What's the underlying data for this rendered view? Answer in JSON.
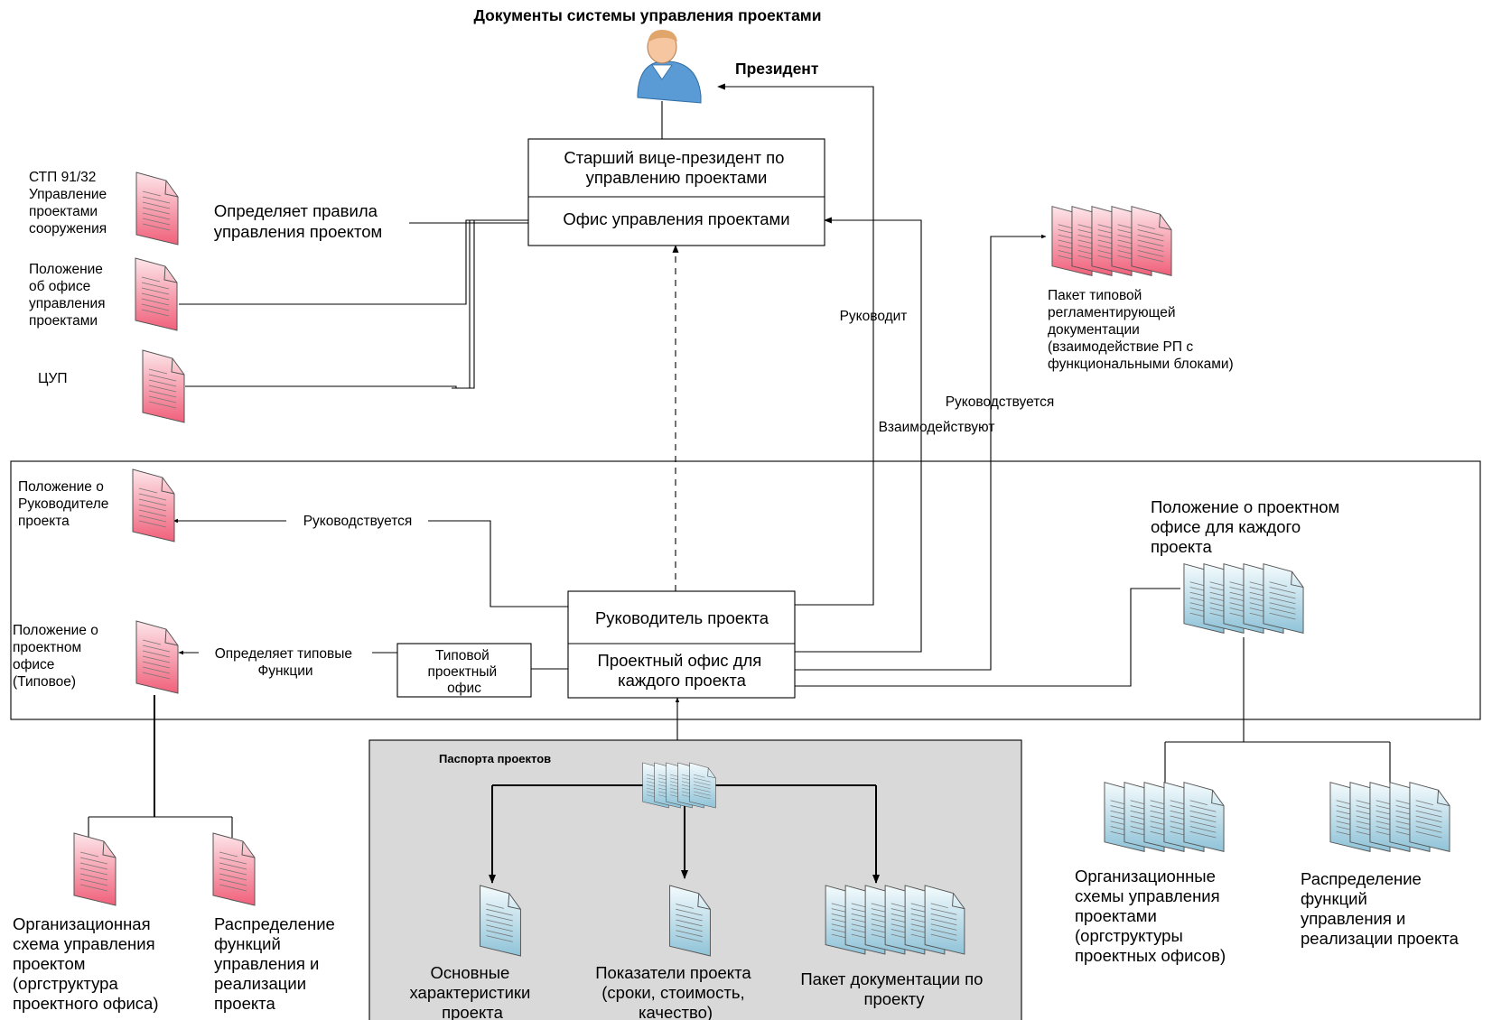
{
  "title": "Документы системы управления проектами",
  "president": "Президент",
  "svp": [
    "Старший вице-президент по",
    "управлению проектами"
  ],
  "pmo": "Офис управления проектами",
  "top_docs": {
    "stp": [
      "СТП 91/32",
      "Управление",
      "проектами",
      "сооружения"
    ],
    "pmo_reg": [
      "Положение",
      "об офисе",
      "управления",
      "проектами"
    ],
    "tsup": [
      "ЦУП"
    ]
  },
  "rules_label": [
    "Определяет правила",
    "управления проектом"
  ],
  "rukovodit": "Руководит",
  "rukovodstvuetsya": "Руководствуется",
  "vzaimodeistvuyut": "Взаимодействуют",
  "package_doc": [
    "Пакет типовой",
    "регламентирующей",
    "документации",
    "(взаимодействие РП с",
    "функциональными блоками)"
  ],
  "pm_reg": [
    "Положение о",
    "Руководителе",
    "проекта"
  ],
  "pm_guided": "Руководствуется",
  "po_typical_reg": [
    "Положение о",
    "проектном",
    "офисе",
    "(Типовое)"
  ],
  "defines_functions": [
    "Определяет типовые",
    "Функции"
  ],
  "typical_po": [
    "Типовой",
    "проектный",
    "офис"
  ],
  "pm": "Руководитель проекта",
  "po": [
    "Проектный офис для",
    "каждого проекта"
  ],
  "po_each_reg": [
    "Положение о проектном",
    "офисе для каждого",
    "проекта"
  ],
  "passports": {
    "title": "Паспорта проектов",
    "basic": [
      "Основные",
      "характеристики",
      "проекта"
    ],
    "indicators": [
      "Показатели проекта",
      "(сроки, стоимость,",
      "качество)"
    ],
    "package": [
      "Пакет документации по",
      "проекту"
    ]
  },
  "left_bottom": {
    "org": [
      "Организационная",
      "схема управления",
      "проектом",
      "(оргструктура",
      "проектного офиса)"
    ],
    "func": [
      "Распределение",
      "функций",
      "управления и",
      "реализации",
      "проекта"
    ]
  },
  "right_bottom": {
    "org": [
      "Организационные",
      "схемы управления",
      "проектами",
      "(оргструктуры",
      "проектных офисов)"
    ],
    "func": [
      "Распределение",
      "функций",
      "управления и",
      "реализации проекта"
    ]
  },
  "colors": {
    "doc_red": "#f0607a",
    "doc_red_light": "#fde6ea",
    "doc_blue": "#8fc3d8",
    "doc_blue_light": "#eef8fb",
    "panel_gray": "#d9d9d9",
    "person_blue": "#5b9bd5"
  }
}
